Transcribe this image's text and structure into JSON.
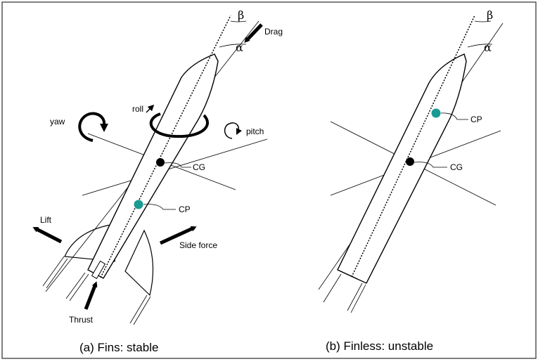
{
  "diagram": {
    "left": {
      "caption": "(a) Fins: stable",
      "labels": {
        "beta": "β",
        "alpha": "α",
        "drag": "Drag",
        "roll": "roll",
        "yaw": "yaw",
        "pitch": "pitch",
        "cg": "CG",
        "cp": "CP",
        "lift": "Lift",
        "side_force": "Side force",
        "thrust": "Thrust"
      }
    },
    "right": {
      "caption": "(b) Finless: unstable",
      "labels": {
        "beta": "β",
        "alpha": "α",
        "cp": "CP",
        "cg": "CG"
      }
    },
    "colors": {
      "cp_marker": "#1a9a93",
      "cg_marker": "#000000",
      "stroke": "#000000",
      "border": "#555555"
    }
  }
}
